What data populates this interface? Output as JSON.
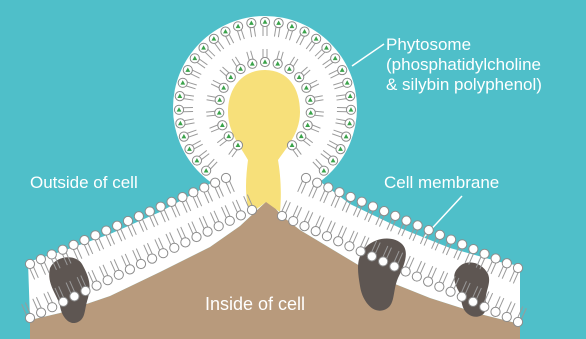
{
  "labels": {
    "outside": "Outside of cell",
    "membrane": "Cell membrane",
    "phytosome_line1": "Phytosome",
    "phytosome_line2": "(phosphatidylcholine",
    "phytosome_line3": "& silybin polyphenol)",
    "inside": "Inside of cell"
  },
  "colors": {
    "background": "#4fbfc9",
    "cytoplasm": "#b89a7c",
    "core": "#f7e07a",
    "protein": "#5e5652",
    "lipid_head_fill": "#ffffff",
    "lipid_head_stroke": "#8c8c8c",
    "silybin": "#3aa34a"
  },
  "legend_icons": {
    "lipid": "phospholipid-icon",
    "silybin": "triangle-icon",
    "protein": "membrane-protein-icon"
  }
}
